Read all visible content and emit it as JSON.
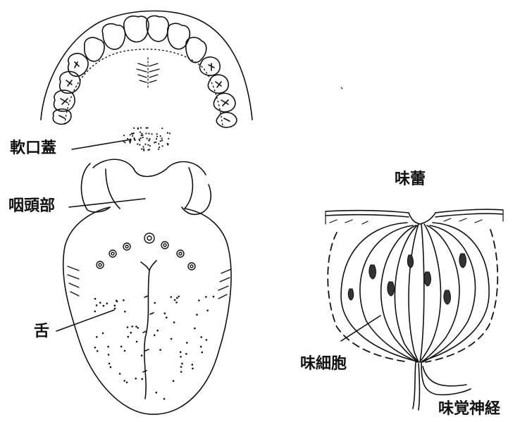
{
  "labels": {
    "soft_palate": "軟口蓋",
    "pharynx": "咽頭部",
    "tongue": "舌",
    "taste_bud": "味蕾",
    "taste_cell": "味細胞",
    "taste_nerve": "味覚神経"
  },
  "colors": {
    "ink": "#111111",
    "paper": "#ffffff"
  }
}
